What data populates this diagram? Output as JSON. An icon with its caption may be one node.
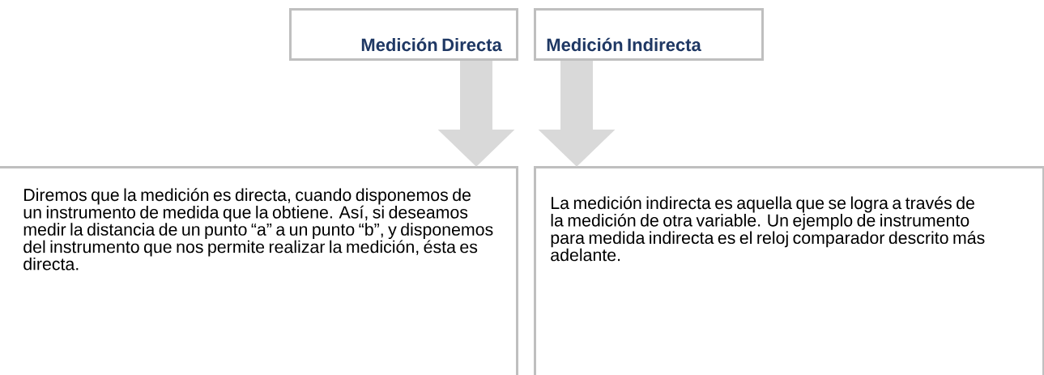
{
  "diagram": {
    "nodes": [
      {
        "text": [
          "Medición Directa"
        ]
      },
      {
        "text": [
          "Medición Indirecta"
        ]
      },
      {
        "text": [
          "Diremos que la medición es directa, cuando disponemos de un instrumento de medida que la obtiene. Así, si deseamos medir la distancia de un punto “a” a un punto “b”, y disponemos del instrumento que nos permite realizar la medición, ésta es directa."
        ]
      },
      {
        "text": [
          "La medición indirecta es aquella que se logra a través de la medición de otra variable. Un ejemplo de instrumento para medida indirecta es el reloj comparador descrito más adelante."
        ]
      }
    ],
    "edges": [
      {
        "from": 0,
        "to": 2,
        "arrow": "to"
      },
      {
        "from": 1,
        "to": 3,
        "arrow": "to"
      }
    ]
  }
}
